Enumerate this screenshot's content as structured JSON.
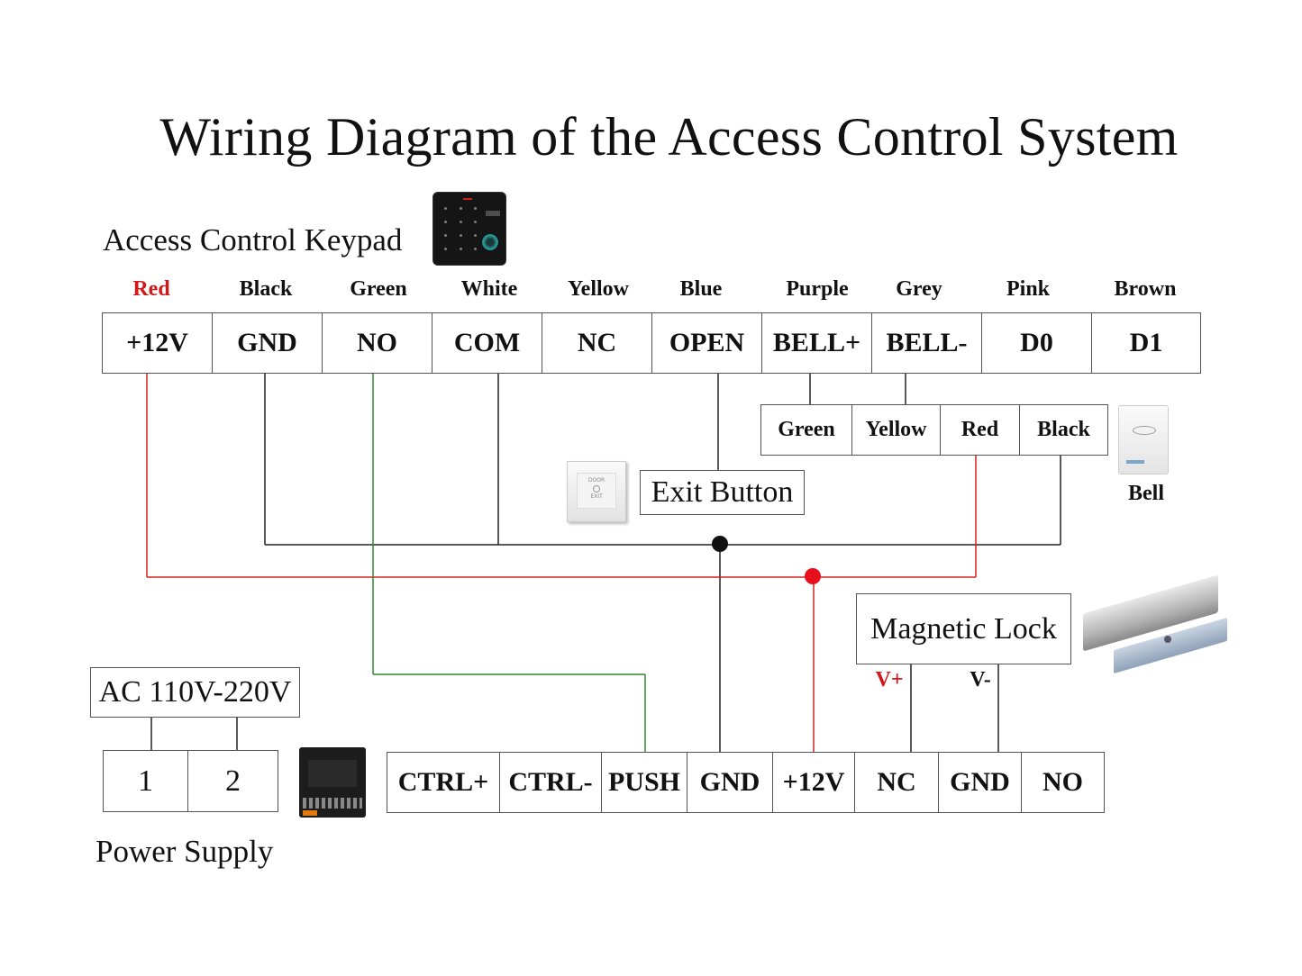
{
  "title": "Wiring Diagram of the Access Control System",
  "keypad": {
    "label": "Access Control Keypad",
    "wire_colors": [
      "Red",
      "Black",
      "Green",
      "White",
      "Yellow",
      "Blue",
      "Purple",
      "Grey",
      "Pink",
      "Brown"
    ],
    "terminals": [
      "+12V",
      "GND",
      "NO",
      "COM",
      "NC",
      "OPEN",
      "BELL+",
      "BELL-",
      "D0",
      "D1"
    ]
  },
  "bell": {
    "label": "Bell",
    "wire_colors": [
      "Green",
      "Yellow",
      "Red",
      "Black"
    ]
  },
  "exit_button": {
    "label": "Exit Button",
    "device_text": [
      "DOOR",
      "EXIT"
    ]
  },
  "magnetic_lock": {
    "label": "Magnetic Lock",
    "pos_label": "V+",
    "neg_label": "V-"
  },
  "ac_input": {
    "label": "AC 110V-220V",
    "terminals": [
      "1",
      "2"
    ]
  },
  "power_supply": {
    "label": "Power Supply",
    "terminals": [
      "CTRL+",
      "CTRL-",
      "PUSH",
      "GND",
      "+12V",
      "NC",
      "GND",
      "NO"
    ]
  },
  "colors": {
    "positive_wire": "#d62020",
    "green_wire": "#2e8b2e",
    "ground_wire": "#222222",
    "red_label": "#d01818",
    "junction_red": "#e8101c"
  }
}
